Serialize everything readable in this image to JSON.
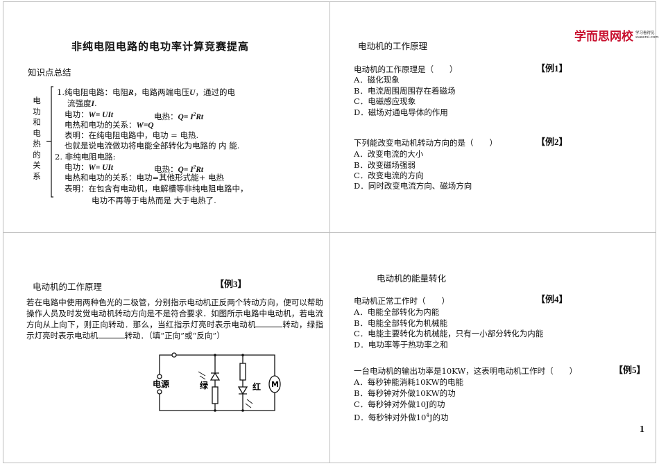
{
  "logo": {
    "name": "学而思网校",
    "sub1": "学习看得见",
    "sub2": "xueersi.com",
    "color": "#c8102e"
  },
  "page_number": "1",
  "slide1": {
    "title": "非纯电阻电路的电功率计算竞赛提高",
    "section": "知识点总结",
    "vertical_label": [
      "电",
      "功",
      "和",
      "电",
      "热",
      "的",
      "关",
      "系"
    ],
    "pure": {
      "l1a": "1.纯电阻电路：电阻",
      "l1R": "R",
      "l1b": "，电路两端电压",
      "l1U": "U",
      "l1c": "，通过的电",
      "l2a": "流强度",
      "l2I": "I",
      "l2b": ".",
      "work_label": "电功：",
      "work_formula": "W= UIt",
      "heat_label": "电热：",
      "heat_formula_a": "Q= I",
      "heat_formula_sup": "2",
      "heat_formula_b": "Rt",
      "relation_label": "电热和电功的关系：",
      "relation_formula": "W=Q",
      "note1": "表明：在纯电阻电路中，电功 = 电热.",
      "note2": "也就是说电流做功将电能全部转化为电路的 内 能."
    },
    "nonpure": {
      "heading": "2. 非纯电阻电路:",
      "work_label": "电功：",
      "work_formula": "W= UIt",
      "heat_label": "电热：",
      "heat_formula_a": "Q= I",
      "heat_formula_sup": "2",
      "heat_formula_b": "Rt",
      "relation": "电热和电功的关系：电功=其他形式能+ 电热",
      "note1": "表明：在包含有电动机，电解槽等非纯电阻电路中，",
      "note2": "电功不再等于电热而是 大于电热了."
    }
  },
  "slide2": {
    "heading": "电动机的工作原理",
    "q1": {
      "stem": "电动机的工作原理是（　　）",
      "tag": "【例1】",
      "options": [
        "A．磁化现象",
        "B．电流周围周围存在着磁场",
        "C．电磁感应现象",
        "D．磁场对通电导体的作用"
      ]
    },
    "q2": {
      "stem": "下列能改变电动机转动方向的是（　　）",
      "tag": "【例2】",
      "options": [
        "A．改变电流的大小",
        "B．改变磁场强弱",
        "C．改变电流的方向",
        "D．同时改变电流方向、磁场方向"
      ]
    }
  },
  "slide3": {
    "heading": "电动机的工作原理",
    "tag": "【例3】",
    "para_a": "若在电路中使用两种色光的二极管，分别指示电动机正反两个转动方向，便可以帮助操作人员及时发觉电动机转动方向是不是符合要求．如图所示电路中电动机，若电流方向从上向下，则正向转动．那么，当红指示灯亮时表示电动机",
    "para_b": "转动，绿指示灯亮时表示电动机",
    "para_c": "转动．（填“正向”或“反向”）",
    "circuit": {
      "source": "电源",
      "green": "绿",
      "red": "红",
      "motor": "M"
    }
  },
  "slide4": {
    "heading": "电动机的能量转化",
    "q4": {
      "stem": "电动机正常工作时（　　）",
      "tag": "【例4】",
      "options": [
        "A．电能全部转化为内能",
        "B．电能全部转化为机械能",
        "C．电能主要转化为机械能，只有一小部分转化为内能",
        "D．电功率等于热功率之和"
      ]
    },
    "q5": {
      "stem": "一台电动机的输出功率是10KW，这表明电动机工作时（　　）",
      "tag": "【例5】",
      "options": [
        "A．每秒钟能消耗10KW的电能",
        "B．每秒钟对外做10KW的功",
        "C．每秒钟对外做10J的功"
      ],
      "option_d_a": "D．每秒钟对外做10",
      "option_d_sup": "4",
      "option_d_b": "J的功"
    }
  }
}
